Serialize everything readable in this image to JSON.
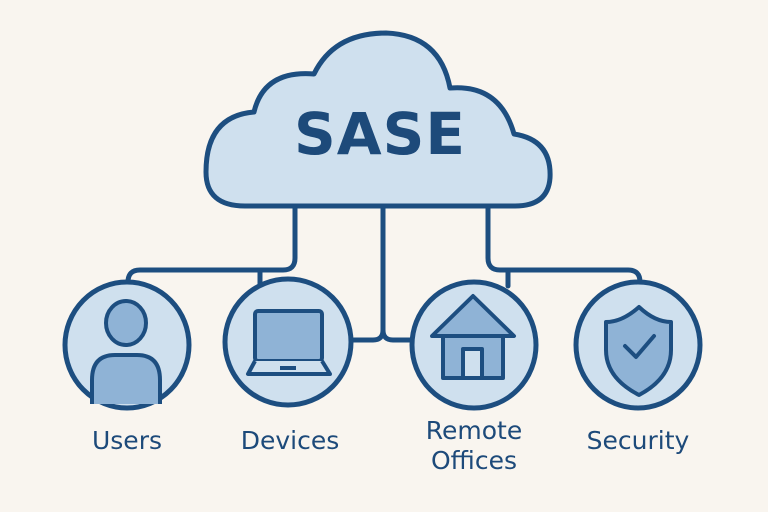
{
  "title": "SASE",
  "nodes": [
    {
      "label": "Users",
      "icon": "user-icon"
    },
    {
      "label": "Devices",
      "icon": "laptop-icon"
    },
    {
      "label": "Remote Offices",
      "icon": "house-icon"
    },
    {
      "label": "Security",
      "icon": "shield-check-icon"
    }
  ],
  "colors": {
    "background": "#f9f5ef",
    "stroke": "#1d4e80",
    "fill": "#cfe0ee",
    "icon_fill": "#8fb3d6",
    "text": "#1d4a7a"
  }
}
